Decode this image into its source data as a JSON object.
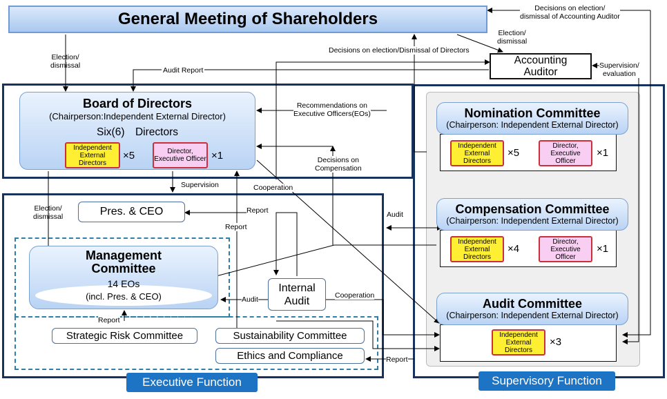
{
  "shareholders": {
    "title": "General Meeting of Shareholders"
  },
  "accounting_auditor": {
    "line1": "Accounting",
    "line2": "Auditor"
  },
  "board": {
    "title": "Board of Directors",
    "chair": "(Chairperson:Independent External Director)",
    "count": "Six(6)　Directors",
    "independent": "Independent External Directors",
    "independent_mult": "×5",
    "executive": "Director, Executive Officer",
    "executive_mult": "×1"
  },
  "pres_ceo": "Pres. & CEO",
  "management": {
    "title_line1": "Management",
    "title_line2": "Committee",
    "eos": "14 EOs",
    "incl": "(incl. Pres. & CEO)"
  },
  "internal_audit": {
    "line1": "Internal",
    "line2": "Audit"
  },
  "sub_committees": {
    "strategic_risk": "Strategic Risk Committee",
    "sustainability": "Sustainability Committee",
    "ethics": "Ethics and Compliance"
  },
  "nomination": {
    "title": "Nomination Committee",
    "chair": "(Chairperson: Independent External Director)",
    "independent": "Independent External Directors",
    "independent_mult": "×5",
    "executive": "Director, Executive Officer",
    "executive_mult": "×1"
  },
  "compensation": {
    "title": "Compensation Committee",
    "chair": "(Chairperson: Independent External Director)",
    "independent": "Independent External Directors",
    "independent_mult": "×4",
    "executive": "Director, Executive Officer",
    "executive_mult": "×1"
  },
  "audit_committee": {
    "title": "Audit Committee",
    "chair": "(Chairperson: Independent External Director)",
    "independent": "Independent External Directors",
    "independent_mult": "×3"
  },
  "labels": {
    "election_dismissal_1": "Election/",
    "election_dismissal_2": "dismissal",
    "audit_report": "Audit Report",
    "decisions_eo": "Decisions on election/Dismissal  of Directors",
    "decisions_aa_1": "Decisions on election/",
    "decisions_aa_2": "dismissal  of Accounting Auditor",
    "aa_election_1": "Election/",
    "aa_election_2": "dismissal",
    "supervision_eval_1": "Supervision/",
    "supervision_eval_2": "evaluation",
    "recommendations_1": "Recommendations on",
    "recommendations_2": "Executive Officers(EOs)",
    "decisions_comp_1": "Decisions on",
    "decisions_comp_2": "Compensation",
    "supervision": "Supervision",
    "cooperation_1": "Cooperation",
    "report_1": "Report",
    "report_2": "Report",
    "audit_1": "Audit",
    "audit_2": "Audit",
    "cooperation_2": "Cooperation",
    "report_3": "Report",
    "report_4": "Report",
    "mgmt_election_1": "Election/",
    "mgmt_election_2": "dismissal"
  },
  "tabs": {
    "executive": "Executive Function",
    "supervisory": "Supervisory Function"
  },
  "colors": {
    "frame": "#17325c",
    "tab": "#1d74c4",
    "independent": "#ffef33",
    "executive": "#f8cff2",
    "dash": "#2d7fa9"
  }
}
